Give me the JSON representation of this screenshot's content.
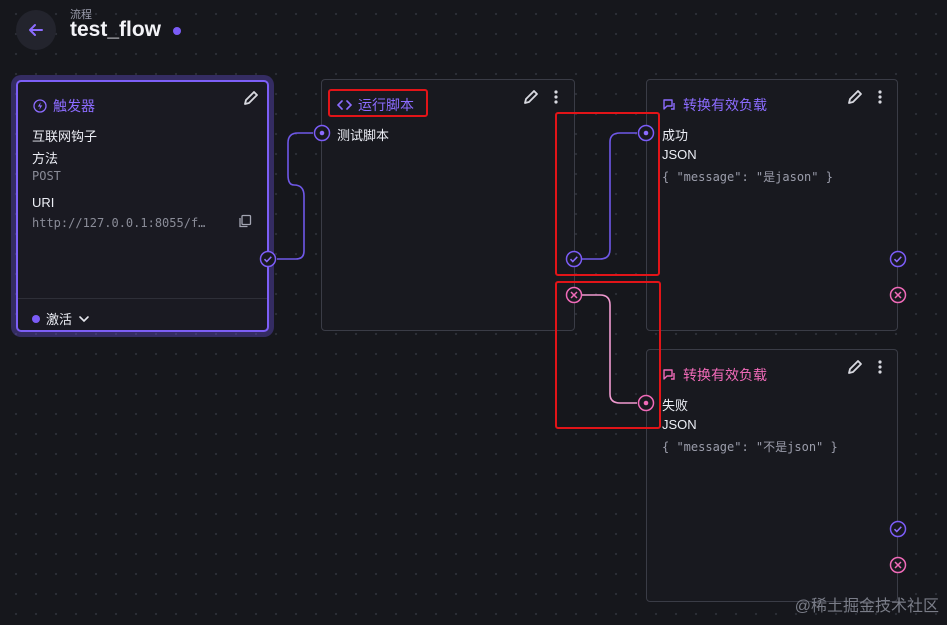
{
  "header": {
    "breadcrumb": "流程",
    "title": "test_flow"
  },
  "colors": {
    "accent": "#7b5cf7",
    "success": "#7b5cf7",
    "failure": "#f06ab8",
    "highlight": "#e21418"
  },
  "nodes": {
    "trigger": {
      "title": "触发器",
      "type_label": "互联网钩子",
      "method_label": "方法",
      "method_value": "POST",
      "uri_label": "URI",
      "uri_value": "http://127.0.0.1:8055/f…",
      "status": "激活"
    },
    "script": {
      "title": "运行脚本",
      "input_label": "测试脚本"
    },
    "transform_success": {
      "title": "转换有效负载",
      "input_label": "成功",
      "format": "JSON",
      "payload": "{ \"message\": \"是jason\" }"
    },
    "transform_fail": {
      "title": "转换有效负载",
      "input_label": "失败",
      "format": "JSON",
      "payload": "{ \"message\": \"不是json\" }"
    }
  },
  "watermark": "@稀土掘金技术社区"
}
